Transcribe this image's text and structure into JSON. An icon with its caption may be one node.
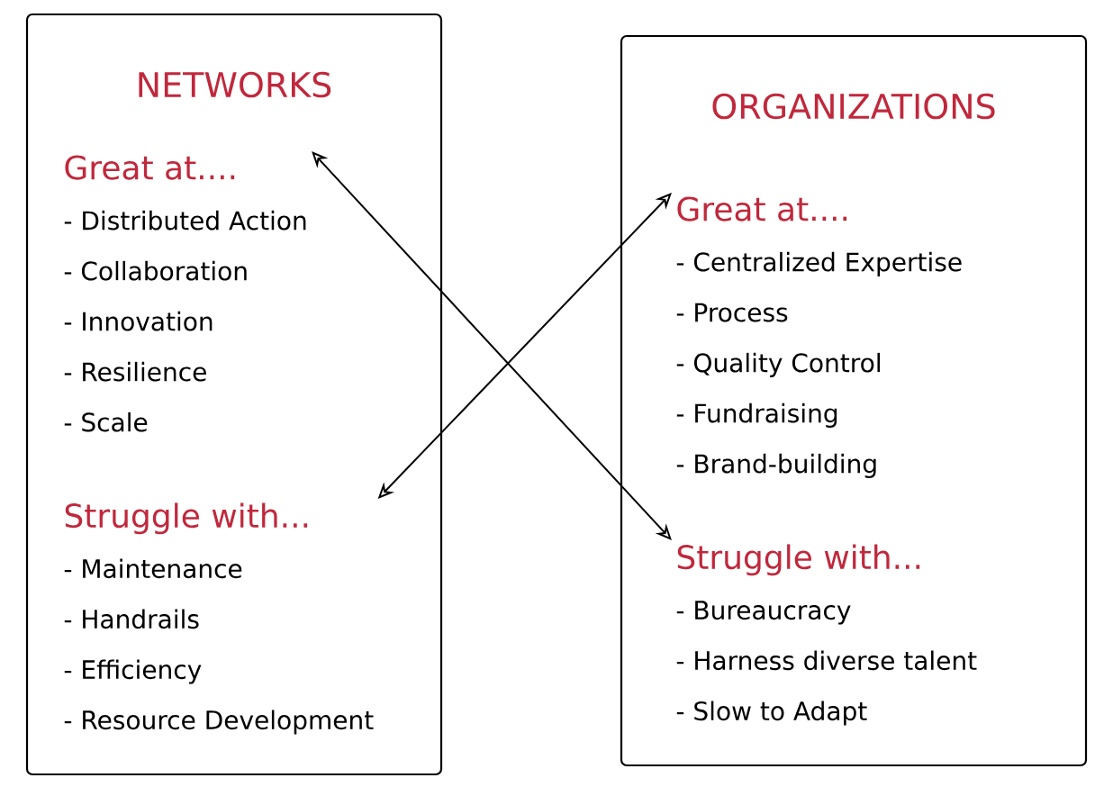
{
  "diagram": {
    "nodes": [
      {
        "text": [
          "NETWORKS"
        ]
      },
      {
        "text": [
          "Great at....",
          "- Distributed Action",
          "- Collaboration",
          "- Innovation",
          "- Resilience",
          "- Scale"
        ],
        "in": 0
      },
      {
        "text": [
          "Struggle with...",
          "- Maintenance",
          "- Handrails",
          "- Efficiency",
          "- Resource Development"
        ],
        "in": 0
      },
      {
        "text": [
          "ORGANIZATIONS"
        ]
      },
      {
        "text": [
          "Great at....",
          "- Centralized Expertise",
          "- Process",
          "- Quality Control",
          "- Fundraising",
          "- Brand-building"
        ],
        "in": 3
      },
      {
        "text": [
          "Struggle with...",
          "- Bureaucracy",
          "- Harness diverse talent",
          "- Slow to Adapt"
        ],
        "in": 3
      }
    ],
    "edges": [
      {
        "from": 1,
        "to": 5,
        "arrow": "both"
      },
      {
        "from": 2,
        "to": 4,
        "arrow": "both"
      }
    ]
  }
}
